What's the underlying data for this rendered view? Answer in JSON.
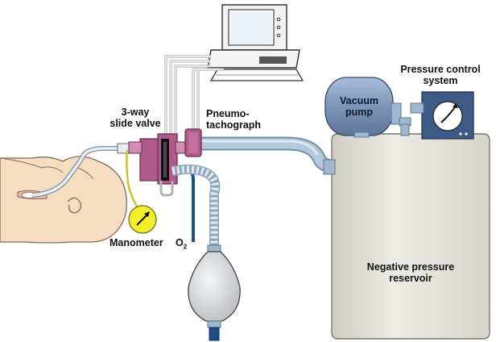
{
  "labels": {
    "valve_line1": "3-way",
    "valve_line2": "slide valve",
    "pneumo_line1": "Pneumo-",
    "pneumo_line2": "tachograph",
    "pressure_line1": "Pressure control",
    "pressure_line2": "system",
    "vacuum_line1": "Vacuum",
    "vacuum_line2": "pump",
    "manometer": "Manometer",
    "o2": "O",
    "o2_sub": "2",
    "reservoir_line1": "Negative pressure",
    "reservoir_line2": "reservoir"
  },
  "colors": {
    "tube": "#9fb8cf",
    "tube_dark": "#6f8ea9",
    "valve": "#b05a8c",
    "valve_light": "#d48bb4",
    "skin": "#f6dcc0",
    "skin_line": "#8a6a55",
    "reservoir": "#e4e1d8",
    "reservoir_edge": "#7a776f",
    "pump": "#7d96b8",
    "control_box": "#3e5a86",
    "manometer": "#f2ee29",
    "o2_line": "#1f4d86",
    "bag": "#d8dadd"
  },
  "icons": [
    "computer-monitor-icon",
    "keyboard-icon",
    "gauge-icon"
  ]
}
